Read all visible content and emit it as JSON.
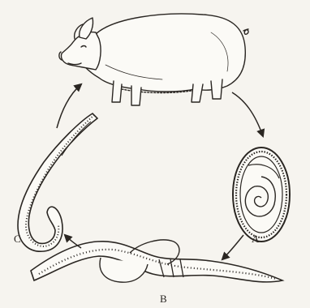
{
  "labels": {
    "a": "A",
    "b": "B",
    "c": "C"
  },
  "colors": {
    "background": "#f6f4ef",
    "ink": "#2a2622",
    "shade": "#b9b4ab"
  },
  "icons": {
    "pig": "pig-icon",
    "egg": "egg-icon",
    "earthworm": "earthworm-icon",
    "larva": "larva-icon",
    "arrow": "arrow-icon"
  }
}
